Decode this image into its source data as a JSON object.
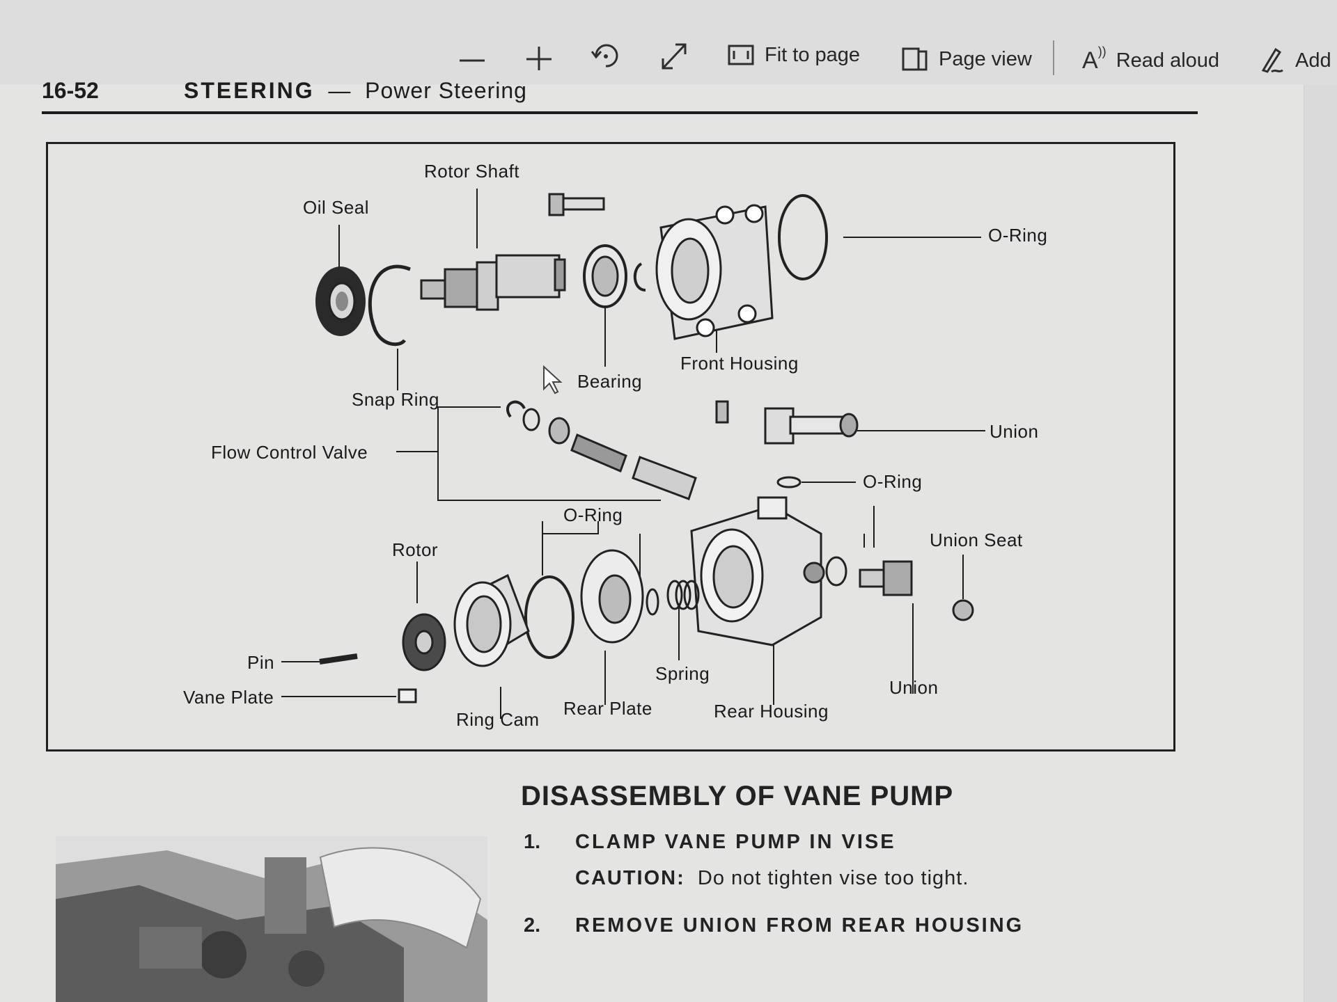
{
  "toolbar": {
    "zoom_out_icon": "minus-icon",
    "zoom_in_icon": "plus-icon",
    "rotate_icon": "rotate-icon",
    "fullscreen_icon": "expand-diagonal-icon",
    "fit_to_page": "Fit to page",
    "page_view": "Page view",
    "read_aloud": "Read aloud",
    "add_notes": "Add"
  },
  "page": {
    "page_number": "16-52",
    "section": "STEERING",
    "dash": "—",
    "subsection": "Power Steering"
  },
  "diagram": {
    "labels": {
      "rotor_shaft": "Rotor Shaft",
      "oil_seal": "Oil Seal",
      "o_ring_top": "O-Ring",
      "front_housing": "Front Housing",
      "bearing": "Bearing",
      "snap_ring": "Snap Ring",
      "flow_control_valve": "Flow Control Valve",
      "union_top": "Union",
      "o_ring_mid": "O-Ring",
      "o_ring_lower": "O-Ring",
      "union_seat": "Union Seat",
      "rotor": "Rotor",
      "pin": "Pin",
      "vane_plate": "Vane Plate",
      "spring": "Spring",
      "union_bottom": "Union",
      "rear_plate": "Rear Plate",
      "ring_cam": "Ring Cam",
      "rear_housing": "Rear Housing"
    }
  },
  "content": {
    "heading": "DISASSEMBLY OF VANE PUMP",
    "steps": [
      {
        "number": "1.",
        "text": "CLAMP VANE PUMP IN VISE"
      },
      {
        "number": "2.",
        "text": "REMOVE UNION FROM REAR HOUSING"
      }
    ],
    "caution_label": "CAUTION:",
    "caution_text": "Do not tighten vise too tight."
  }
}
